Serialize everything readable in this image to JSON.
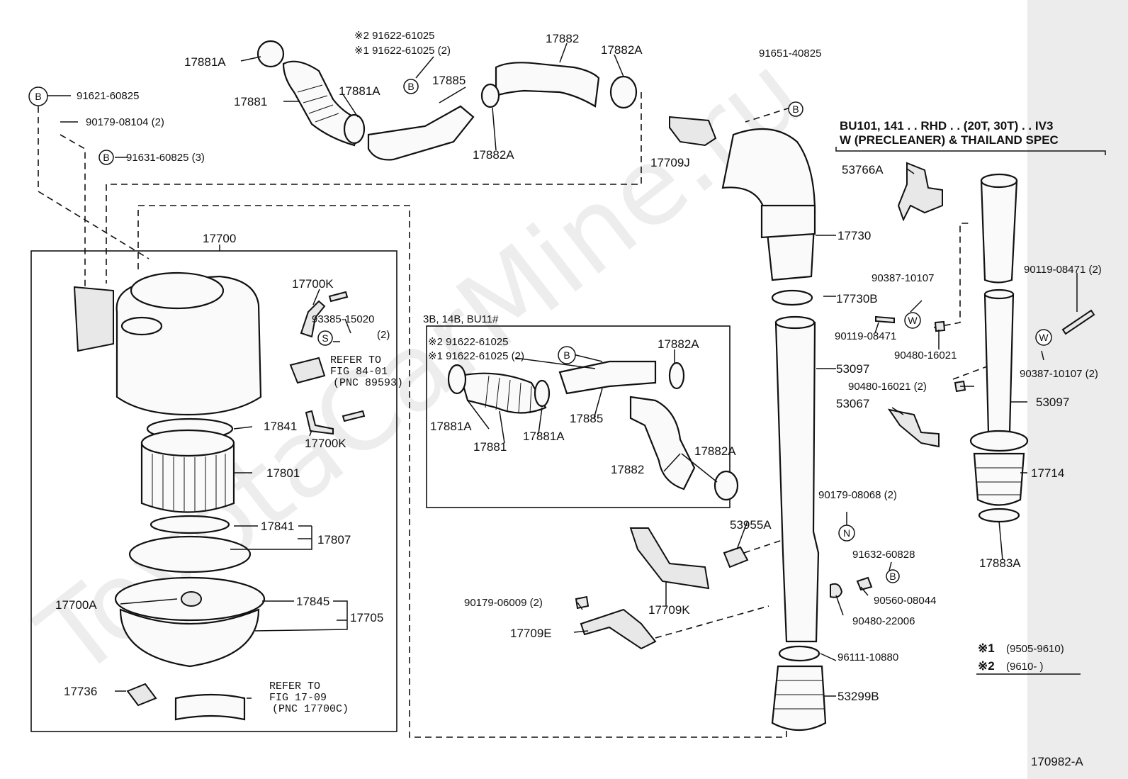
{
  "watermark": "ToyotaCarMine.ru",
  "figure_id": "170982-A",
  "top_labels": {
    "l17881A_a": "17881A",
    "l17881": "17881",
    "l17881A_b": "17881A",
    "note2": "※2 91622-61025",
    "note1": "※1 91622-61025 (2)",
    "l17885": "17885",
    "l17882": "17882",
    "l17882A_a": "17882A",
    "l17882A_b": "17882A",
    "l91651": "91651-40825",
    "l17709J": "17709J"
  },
  "left_labels": {
    "l91621": "91621-60825",
    "l90179a": "90179-08104 (2)",
    "l91631": "91631-60825 (3)",
    "l17700": "17700",
    "l17700K_a": "17700K",
    "l93385": "93385-15020",
    "l93385q": "(2)",
    "refer1": "REFER TO",
    "refer2": "FIG 84-01",
    "refer3": "(PNC 89593)",
    "l17700K_b": "17700K",
    "l17841_a": "17841",
    "l17801": "17801",
    "l17841_b": "17841",
    "l17807": "17807",
    "l17700A": "17700A",
    "l17845": "17845",
    "l17705": "17705",
    "l17736": "17736",
    "refer4": "REFER TO",
    "refer5": "FIG 17-09",
    "refer6": "(PNC 17700C)"
  },
  "inset": {
    "title": "3B, 14B, BU11#",
    "note2": "※2 91622-61025",
    "note1": "※1 91622-61025 (2)",
    "l17882A_a": "17882A",
    "l17881A_a": "17881A",
    "l17881": "17881",
    "l17881A_b": "17881A",
    "l17885": "17885",
    "l17882A_b": "17882A",
    "l17882": "17882"
  },
  "center_labels": {
    "l17730": "17730",
    "l17730B": "17730B",
    "l53097": "53097",
    "l53955A": "53955A",
    "l90179b": "90179-06009 (2)",
    "l17709K": "17709K",
    "l17709E": "17709E",
    "l96111": "96111-10880",
    "l53299B": "53299B",
    "l90179c": "90179-08068 (2)",
    "l91632": "91632-60828",
    "l90560": "90560-08044",
    "l90480b": "90480-22006"
  },
  "right_labels": {
    "spec1": "BU101, 141 . . RHD . . (20T, 30T) . . IV3",
    "spec2": "W (PRECLEANER) & THAILAND SPEC",
    "l53766A": "53766A",
    "l90387a": "90387-10107",
    "l90119a": "90119-08471",
    "l90480a": "90480-16021",
    "l90119b": "90119-08471 (2)",
    "l90387b": "90387-10107 (2)",
    "l90480c": "90480-16021 (2)",
    "l53067": "53067",
    "l53097": "53097",
    "l17714": "17714",
    "l17883A": "17883A",
    "legend1_sym": "※1",
    "legend1": "(9505-9610)",
    "legend2_sym": "※2",
    "legend2": "(9610-        )"
  },
  "symbols": {
    "B": "B",
    "S": "S",
    "W": "W",
    "N": "N"
  }
}
